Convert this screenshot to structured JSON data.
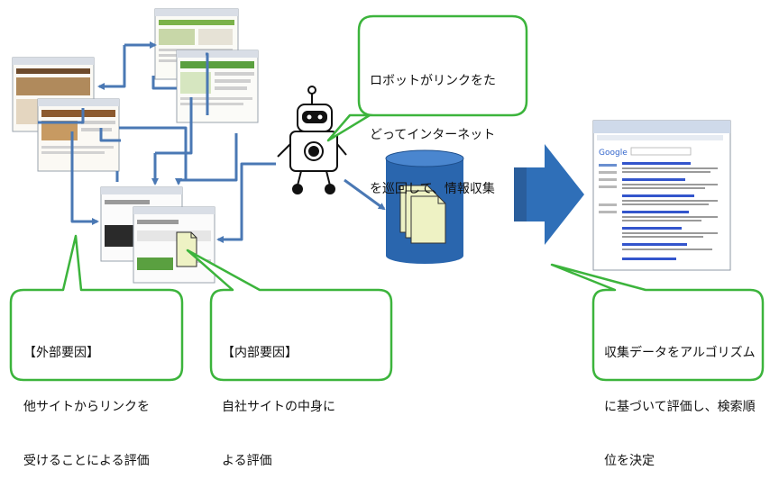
{
  "callouts": {
    "robot": {
      "lines": [
        "ロボットがリンクをた",
        "どってインターネット",
        "を巡回して、情報収集"
      ]
    },
    "external": {
      "lines": [
        "【外部要因】",
        "他サイトからリンクを",
        "受けることによる評価"
      ]
    },
    "internal": {
      "lines": [
        "【内部要因】",
        "自社サイトの中身に",
        "よる評価"
      ]
    },
    "ranking": {
      "lines": [
        "収集データをアルゴリズム",
        "に基づいて評価し、検索順",
        "位を決定"
      ]
    }
  },
  "colors": {
    "callout_border": "#3cb43c",
    "arrow_blue": "#4a78b4",
    "database_blue": "#2a66ae",
    "big_arrow_blue": "#2f6fb8",
    "document_fill": "#eef2c4"
  },
  "icons": {
    "robot": "robot-icon",
    "database": "database-icon",
    "document": "document-icon"
  }
}
